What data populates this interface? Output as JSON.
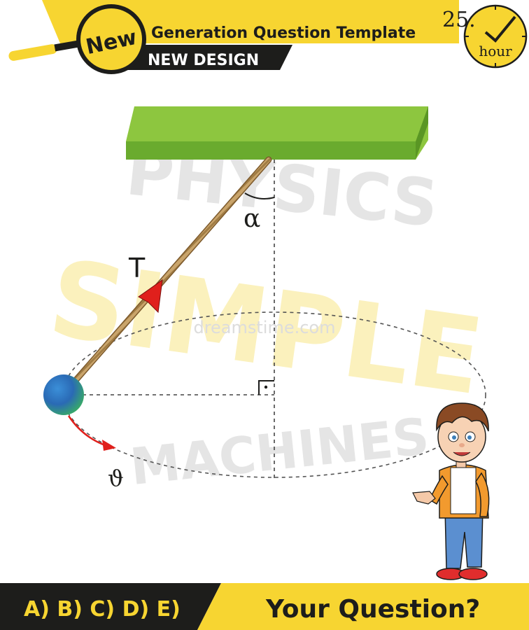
{
  "header": {
    "badge": "New",
    "title": "Generation Question Template",
    "subtitle": "NEW DESIGN",
    "clock_number": "25.",
    "clock_unit": "hour"
  },
  "watermark": {
    "line1": "PHYSICS",
    "line2": "SIMPLE",
    "line3": "MACHINES",
    "site": "dreamstime.com"
  },
  "diagram": {
    "tension_label": "T",
    "angle_label": "α",
    "velocity_label": "ϑ"
  },
  "footer": {
    "answers": "A) B) C) D) E)",
    "question": "Your Question?"
  },
  "colors": {
    "yellow": "#f7d531",
    "black": "#1d1d1b",
    "ceiling_top": "#8dc63f",
    "ceiling_front": "#6aab2e",
    "rope": "#c9a46b",
    "arrow": "#e0201c"
  }
}
